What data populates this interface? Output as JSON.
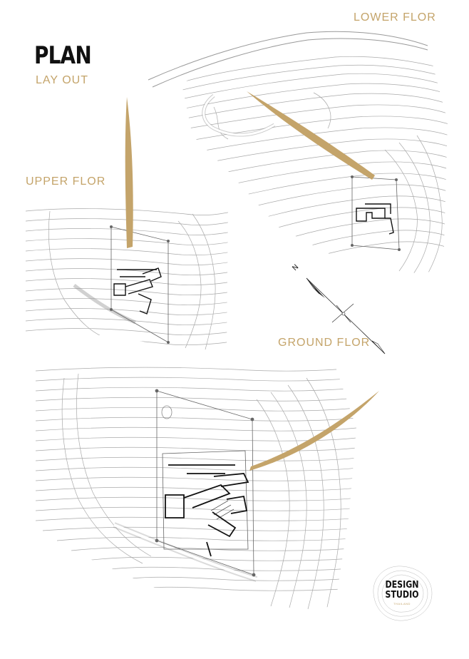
{
  "title": "PLAN",
  "labels": {
    "layout": "LAY OUT",
    "lower": "LOWER FLOR",
    "upper": "UPPER FLOR",
    "ground": "GROUND FLOR"
  },
  "north_label": "N",
  "logo": {
    "line1": "DESIGN",
    "line2": "STUDIO",
    "line3": "THAILAND"
  },
  "colors": {
    "accent": "#c4a46a",
    "contour": "#a9a9a9",
    "ink": "#111111"
  }
}
